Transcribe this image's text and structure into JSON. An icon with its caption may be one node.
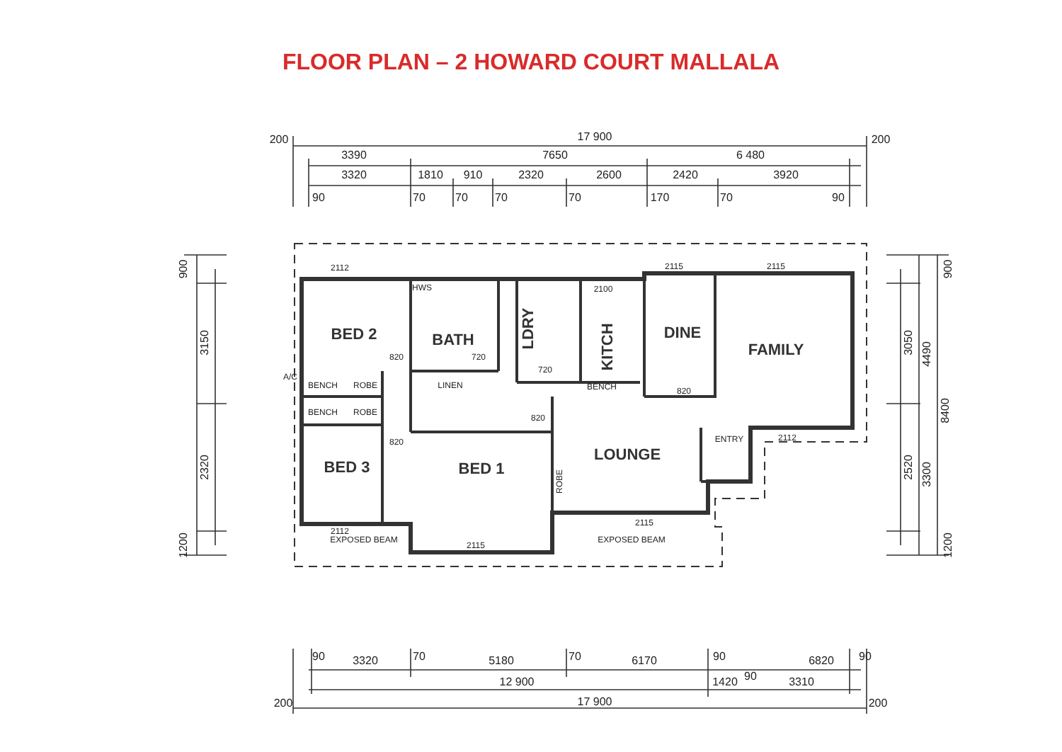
{
  "diagram": {
    "title": "FLOOR PLAN – 2 HOWARD COURT MALLALA",
    "labels": [
      "200",
      "17 900",
      "200",
      "3390",
      "7650",
      "6 480",
      "3320",
      "1810",
      "910",
      "2320",
      "2600",
      "2420",
      "3920",
      "90",
      "70",
      "70",
      "70",
      "70",
      "170",
      "70",
      "90",
      "900",
      "3150",
      "2320",
      "1200",
      "900",
      "3050",
      "4490",
      "8400",
      "2520",
      "3300",
      "1200",
      "BED 2",
      "BATH",
      "LDRY",
      "KITCH",
      "DINE",
      "FAMILY",
      "BED 3",
      "BED 1",
      "LOUNGE",
      "ENTRY",
      "ROBE",
      "ROBE",
      "ROBE",
      "BENCH",
      "BENCH",
      "LINEN",
      "BENCH",
      "HWS",
      "A/C",
      "EXPOSED BEAM",
      "EXPOSED BEAM",
      "2112",
      "2115",
      "2115",
      "2112",
      "2115",
      "2115",
      "2112",
      "2100",
      "820",
      "820",
      "820",
      "820",
      "720",
      "720",
      "90",
      "3320",
      "70",
      "5180",
      "70",
      "6170",
      "90",
      "6820",
      "90",
      "12 900",
      "1420",
      "90",
      "3310",
      "200",
      "17 900",
      "200"
    ]
  }
}
